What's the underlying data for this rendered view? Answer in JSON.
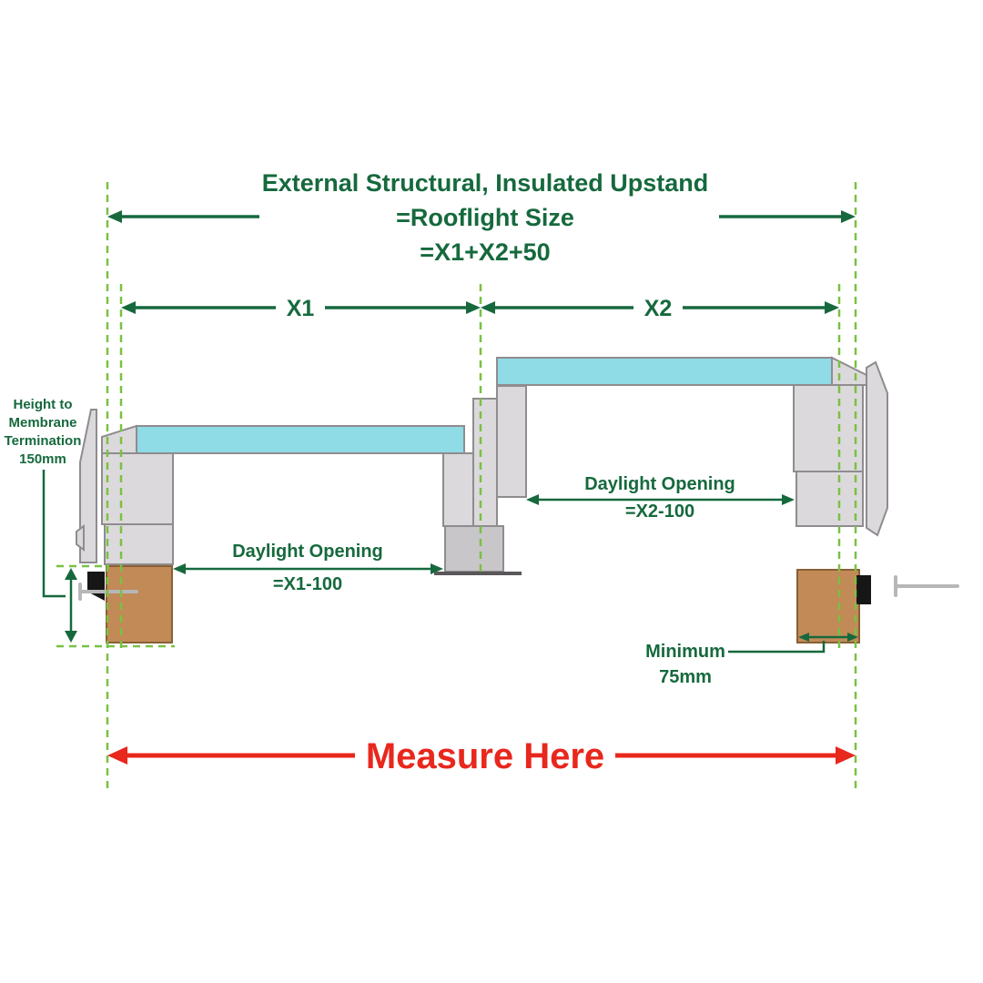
{
  "colors": {
    "green_dark": "#16693d",
    "green_dashed": "#79c143",
    "red": "#e8271d",
    "glazing": "#8fdbe6",
    "frame": "#dcd9dc",
    "frame_dark": "#c9c6c9",
    "outline": "#8f8c8f",
    "wood": "#c18a57",
    "wood_outline": "#8a5f36",
    "black_part": "#161616",
    "screw": "#b7b7b7"
  },
  "title": {
    "line1": "External Structural, Insulated Upstand",
    "line2": "=Rooflight Size",
    "line3": "=X1+X2+50"
  },
  "dims": {
    "x1": "X1",
    "x2": "X2",
    "daylight_left_1": "Daylight Opening",
    "daylight_left_2": "=X1-100",
    "daylight_right_1": "Daylight Opening",
    "daylight_right_2": "=X2-100",
    "membrane_1": "Height to",
    "membrane_2": "Membrane",
    "membrane_3": "Termination",
    "membrane_4": "150mm",
    "minimum_1": "Minimum",
    "minimum_2": "75mm",
    "measure": "Measure Here"
  }
}
